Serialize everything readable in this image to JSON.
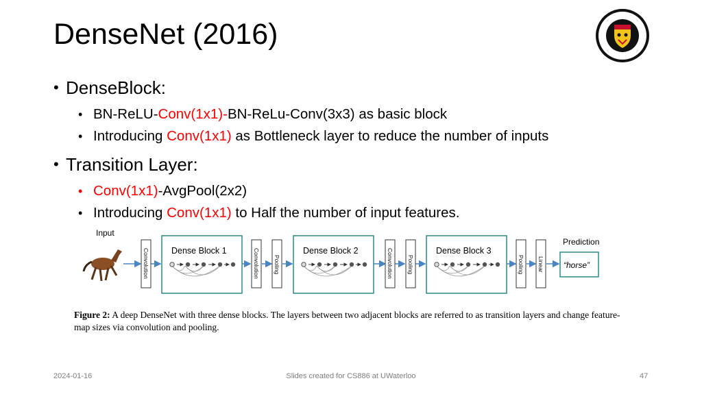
{
  "slide": {
    "title": "DenseNet (2016)",
    "bullets": [
      {
        "text": "DenseBlock:",
        "sub": [
          {
            "parts": [
              {
                "t": "BN-ReLU-",
                "red": false
              },
              {
                "t": "Conv(1x1)-",
                "red": true
              },
              {
                "t": "BN-ReLu-Conv(3x3) as basic block",
                "red": false
              }
            ]
          },
          {
            "parts": [
              {
                "t": "Introducing ",
                "red": false
              },
              {
                "t": "Conv(1x1)",
                "red": true
              },
              {
                "t": " as Bottleneck layer to reduce the number of inputs",
                "red": false
              }
            ]
          }
        ]
      },
      {
        "text": "Transition Layer:",
        "sub": [
          {
            "bullet_red": true,
            "parts": [
              {
                "t": "Conv(1x1)",
                "red": true
              },
              {
                "t": "-AvgPool(2x2)",
                "red": false
              }
            ]
          },
          {
            "parts": [
              {
                "t": "Introducing ",
                "red": false
              },
              {
                "t": "Conv(1x1)",
                "red": true
              },
              {
                "t": " to Half the number of input features.",
                "red": false
              }
            ]
          }
        ]
      }
    ]
  },
  "diagram": {
    "input_label": "Input",
    "prediction_label": "Prediction",
    "prediction_value": "“horse”",
    "blocks": [
      "Dense Block 1",
      "Dense Block 2",
      "Dense Block 3"
    ],
    "layers": {
      "convolution": "Convolution",
      "pooling": "Pooling",
      "linear": "Linear"
    }
  },
  "caption": {
    "label": "Figure 2:",
    "text": " A deep DenseNet with three dense blocks. The layers between two adjacent blocks are referred to as transition layers and change feature-map sizes via convolution and pooling."
  },
  "footer": {
    "date": "2024-01-16",
    "center": "Slides created for CS886 at UWaterloo",
    "page": "47"
  },
  "colors": {
    "accent_red": "#ff0000",
    "block_border": "#2a8a8a",
    "arrow": "#4a86c5"
  }
}
